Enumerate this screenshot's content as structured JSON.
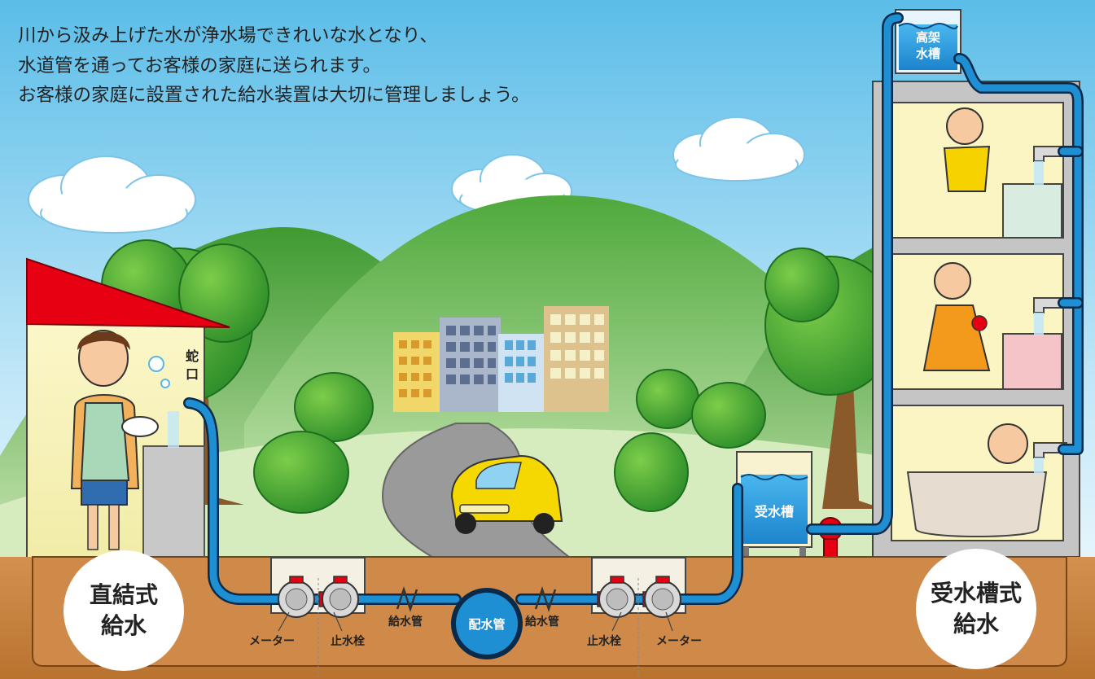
{
  "intro": {
    "line1": "川から汲み上げた水が浄水場できれいな水となり、",
    "line2": "水道管を通ってお客様の家庭に送られます。",
    "line3": "お客様の家庭に設置された給水装置は大切に管理しましょう。"
  },
  "labels": {
    "faucet_1": "蛇",
    "faucet_2": "口",
    "elevated_tank_1": "高架",
    "elevated_tank_2": "水槽",
    "receiving_tank": "受水槽",
    "supply_pipe": "給水管",
    "distribution_main": "配水管",
    "meter": "メーター",
    "stopcock": "止水栓",
    "direct_system_1": "直結式",
    "direct_system_2": "給水",
    "tank_system_1": "受水槽式",
    "tank_system_2": "給水"
  },
  "colors": {
    "sky": "#5bbde8",
    "ground": "#c98444",
    "pipe": "#1f8fd4",
    "pipe_outline": "#0b2a4a",
    "roof": "#e60012",
    "hills": "#4da83a",
    "car": "#f5d800"
  }
}
